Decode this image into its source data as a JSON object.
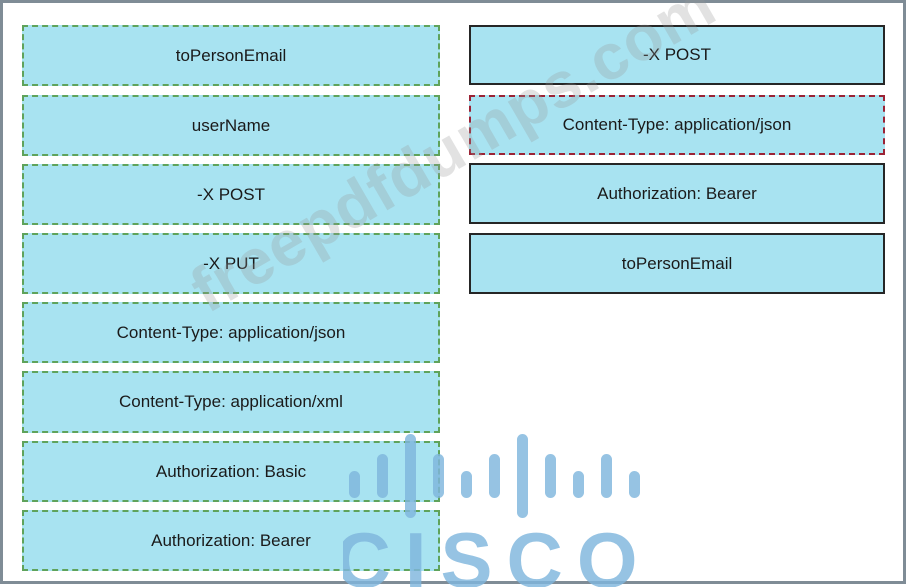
{
  "source_options": [
    "toPersonEmail",
    "userName",
    "-X POST",
    "-X PUT",
    "Content-Type: application/json",
    "Content-Type: application/xml",
    "Authorization: Basic",
    "Authorization: Bearer"
  ],
  "answer_slots": [
    "-X POST",
    "Content-Type: application/json",
    "Authorization: Bearer",
    "toPersonEmail"
  ],
  "watermark": {
    "text": "freepdfdumps.com"
  },
  "logo": {
    "name": "cisco-logo",
    "text": "CISCO",
    "color": "#7fb6dd"
  },
  "colors": {
    "tile_fill": "#a8e3f1",
    "frame": "#7f8c96"
  }
}
